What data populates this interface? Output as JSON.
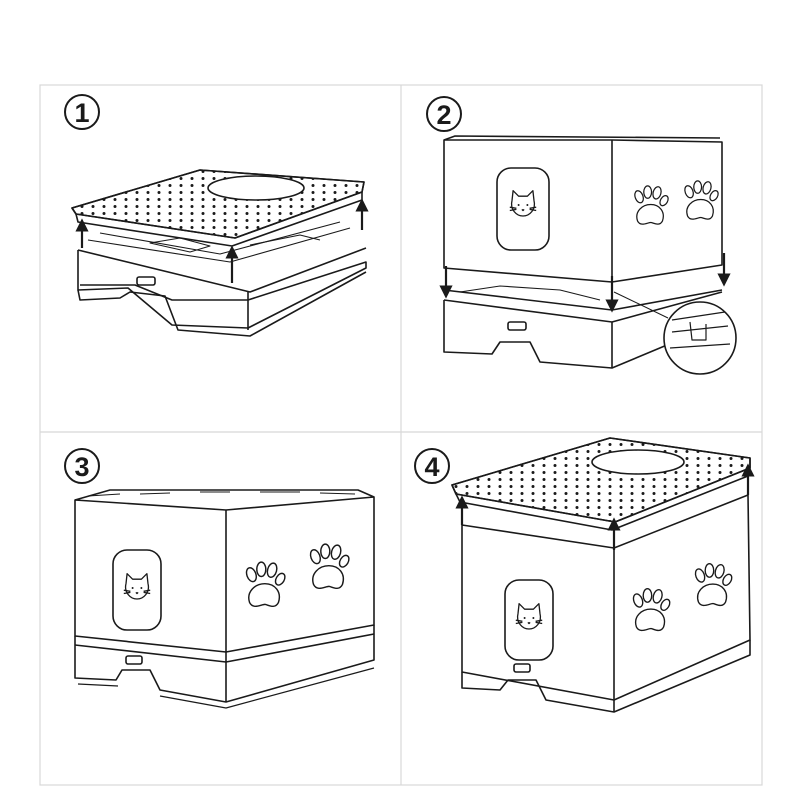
{
  "panels": [
    {
      "step": "1",
      "caption": ""
    },
    {
      "step": "2",
      "caption": ""
    },
    {
      "step": "3",
      "caption": ""
    },
    {
      "step": "4",
      "caption": ""
    }
  ],
  "colors": {
    "line": "#1a1a1a",
    "frame": "#d8d8d8",
    "background": "#ffffff"
  },
  "icons": [
    "up-arrow-icon",
    "down-arrow-icon",
    "paw-print-icon",
    "cat-face-icon"
  ]
}
